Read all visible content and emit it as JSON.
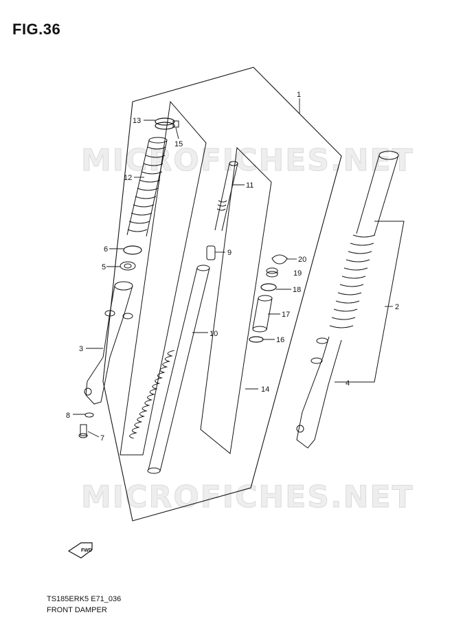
{
  "figure": {
    "title": "FIG.36",
    "model_code": "TS185ERK5 E71_036",
    "part_name": "FRONT DAMPER"
  },
  "watermark": "MICROFICHES.NET",
  "fwd_badge": "FWD",
  "callouts": {
    "c1": "1",
    "c2": "2",
    "c3": "3",
    "c4": "4",
    "c5": "5",
    "c6": "6",
    "c7": "7",
    "c8": "8",
    "c9": "9",
    "c10": "10",
    "c11": "11",
    "c12": "12",
    "c13": "13",
    "c14": "14",
    "c15": "15",
    "c16": "16",
    "c17": "17",
    "c18": "18",
    "c19": "19",
    "c20": "20"
  }
}
